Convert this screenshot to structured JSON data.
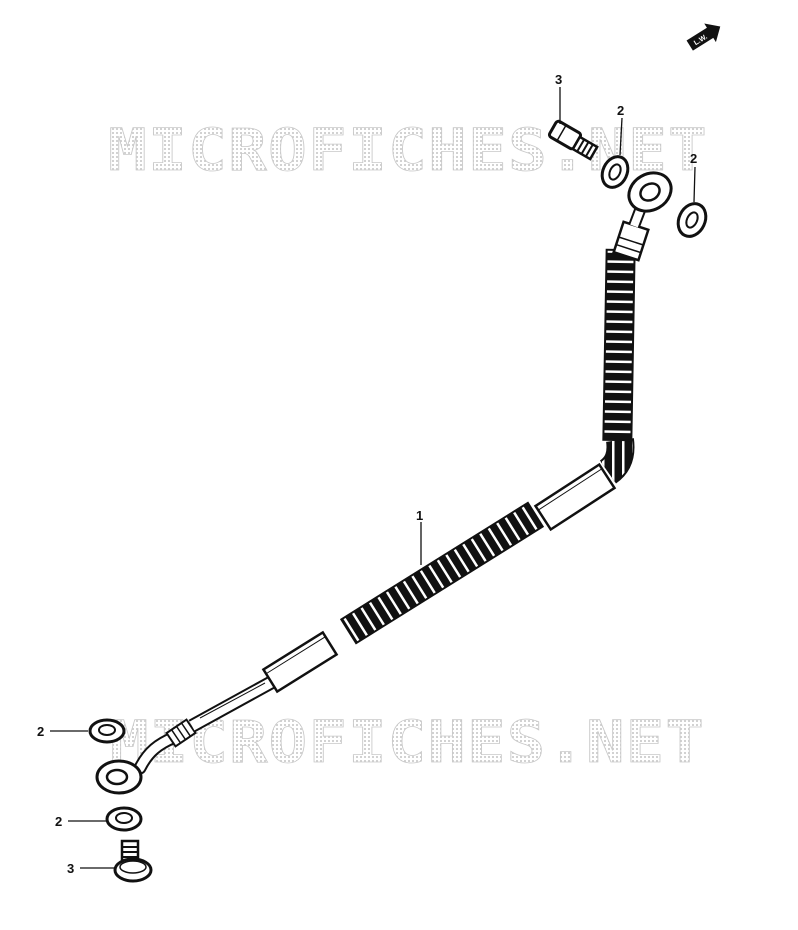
{
  "watermark": {
    "top": "MICROFICHES.NET",
    "bottom": "MICROFICHES.NET"
  },
  "direction_arrow": {
    "label": "L.W."
  },
  "callouts": [
    {
      "id": "hose",
      "label": "1"
    },
    {
      "id": "washer-top-a",
      "label": "2"
    },
    {
      "id": "washer-top-b",
      "label": "2"
    },
    {
      "id": "washer-bottom-a",
      "label": "2"
    },
    {
      "id": "washer-bottom-b",
      "label": "2"
    },
    {
      "id": "bolt-top",
      "label": "3"
    },
    {
      "id": "bolt-bottom",
      "label": "3"
    }
  ]
}
